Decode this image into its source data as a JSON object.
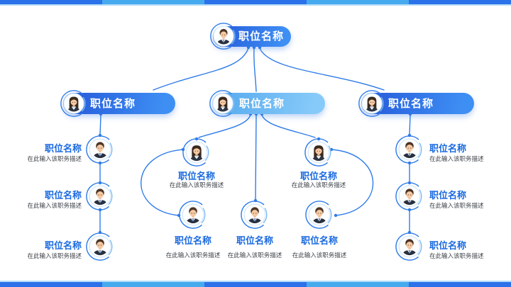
{
  "slide": {
    "background": "#ffffff",
    "accent_dark": "#2b71ea",
    "accent_light": "#45aaee",
    "line_color": "#2f7ce8",
    "label_color": "#1b6ae0",
    "desc_color": "#3c4147"
  },
  "root": {
    "label": "职位名称",
    "avatar_icon": "#av-male"
  },
  "branches": {
    "left": {
      "head": {
        "label": "职位名称",
        "avatar_icon": "#av-female"
      },
      "children": [
        {
          "label": "职位名称",
          "desc": "在此输入该职务描述",
          "avatar_icon": "#av-male"
        },
        {
          "label": "职位名称",
          "desc": "在此输入该职务描述",
          "avatar_icon": "#av-male"
        },
        {
          "label": "职位名称",
          "desc": "在此输入该职务描述",
          "avatar_icon": "#av-male"
        }
      ]
    },
    "center": {
      "head": {
        "label": "职位名称",
        "avatar_icon": "#av-female"
      },
      "upper": [
        {
          "label": "职位名称",
          "desc": "在此输入该职务描述",
          "avatar_icon": "#av-female"
        },
        {
          "label": "职位名称",
          "desc": "在此输入该职务描述",
          "avatar_icon": "#av-female"
        }
      ],
      "lower": [
        {
          "label": "职位名称",
          "desc": "在此输入该职务描述",
          "avatar_icon": "#av-male"
        },
        {
          "label": "职位名称",
          "desc": "在此输入该职务描述",
          "avatar_icon": "#av-male"
        },
        {
          "label": "职位名称",
          "desc": "在此输入该职务描述",
          "avatar_icon": "#av-male"
        }
      ]
    },
    "right": {
      "head": {
        "label": "职位名称",
        "avatar_icon": "#av-female"
      },
      "children": [
        {
          "label": "职位名称",
          "desc": "在此输入该职务描述",
          "avatar_icon": "#av-male"
        },
        {
          "label": "职位名称",
          "desc": "在此输入该职务描述",
          "avatar_icon": "#av-male"
        },
        {
          "label": "职位名称",
          "desc": "在此输入该职务描述",
          "avatar_icon": "#av-male"
        }
      ]
    }
  }
}
